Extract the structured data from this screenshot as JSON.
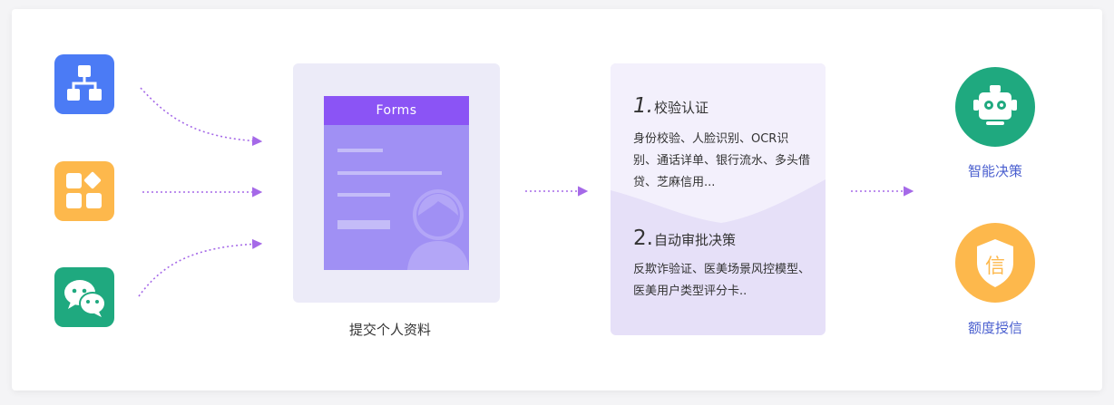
{
  "form_card": {
    "header": "Forms",
    "caption": "提交个人资料"
  },
  "process": {
    "step1": {
      "num": "1.",
      "title": "校验认证",
      "desc": "身份校验、人脸识别、OCR识别、通话详单、银行流水、多头借贷、芝麻信用..."
    },
    "step2": {
      "num": "2.",
      "title": "自动审批决策",
      "desc": "反欺诈验证、医美场景风控模型、医美用户类型评分卡.."
    }
  },
  "results": {
    "smart_decision": {
      "label": "智能决策",
      "icon": "robot-icon"
    },
    "credit_grant": {
      "label": "额度授信",
      "icon": "xin-shield-icon",
      "glyph": "信"
    }
  },
  "sources": {
    "items": [
      {
        "icon": "org-chart-icon"
      },
      {
        "icon": "app-grid-icon"
      },
      {
        "icon": "wechat-icon"
      }
    ]
  },
  "colors": {
    "blue": "#4b7bf5",
    "orange": "#fdb84c",
    "green": "#1fa97f",
    "purple": "#8b54f5",
    "arrow": "#a569e8",
    "label_blue": "#4a5fcf"
  }
}
